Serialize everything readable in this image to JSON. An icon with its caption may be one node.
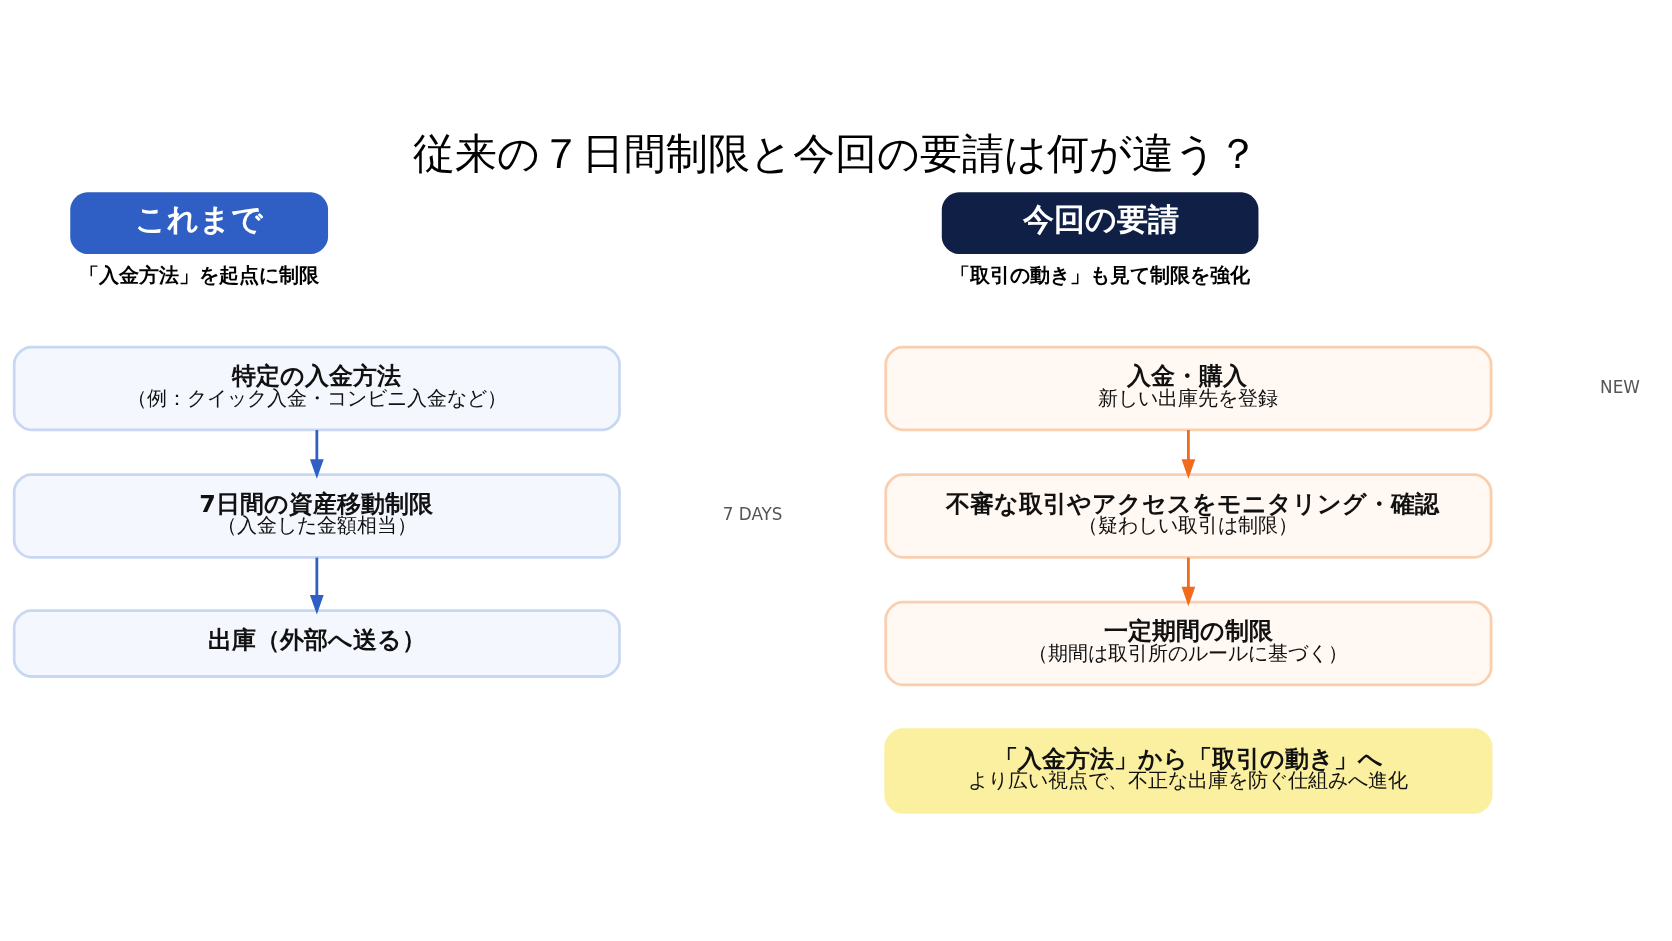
{
  "diagram": {
    "title": "従来の７日間制限と今回の要請は何が違う？",
    "nodes": [
      {
        "text": [
          "これまで"
        ],
        "beside": [
          "「入金方法」を起点に制限"
        ]
      },
      {
        "text": [
          "特定の入金方法",
          "（例：クイック入金・コンビニ入金など）"
        ]
      },
      {
        "text": [
          "7日間の資産移動制限",
          "（入金した金額相当）"
        ]
      },
      {
        "text": [
          "出庫（外部へ送る）"
        ]
      },
      {
        "text": [
          "今回の要請"
        ],
        "beside": [
          "「取引の動き」も見て制限を強化"
        ]
      },
      {
        "text": [
          "入金・購入",
          "新しい出庫先を登録"
        ]
      },
      {
        "text": [
          "不審な取引やアクセスをモニタリング・確認",
          "（疑わしい取引は制限）"
        ]
      },
      {
        "text": [
          "一定期間の制限",
          "（期間は取引所のルールに基づく）"
        ]
      },
      {
        "text": [
          "「入金方法」から「取引の動き」へ",
          "より広い視点で、不正な出庫を防ぐ仕組みへ進化"
        ]
      }
    ],
    "edges": [
      {
        "from": 1,
        "to": 2,
        "arrow": "to",
        "color": "#2f5fc4"
      },
      {
        "from": 2,
        "to": 3,
        "arrow": "to",
        "color": "#2f5fc4"
      },
      {
        "from": 5,
        "to": 6,
        "arrow": "to",
        "color": "#f26a1b"
      },
      {
        "from": 6,
        "to": 7,
        "arrow": "to",
        "color": "#f26a1b"
      }
    ],
    "labels": [
      "NEW",
      "7 DAYS"
    ]
  }
}
